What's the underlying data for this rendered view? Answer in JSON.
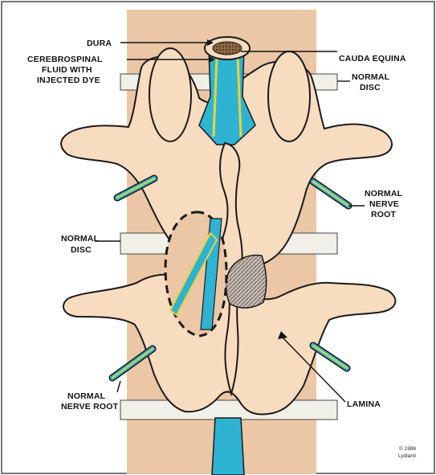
{
  "labels": {
    "dura": "DURA",
    "csf_line1": "CEREBROSPINAL",
    "csf_line2": "FLUID WITH",
    "csf_line3": "INJECTED DYE",
    "cauda_equina": "CAUDA EQUINA",
    "normal_disc_right_line1": "NORMAL",
    "normal_disc_right_line2": "DISC",
    "normal_nerve_root_right_line1": "NORMAL",
    "normal_nerve_root_right_line2": "NERVE",
    "normal_nerve_root_right_line3": "ROOT",
    "normal_disc_left_line1": "NORMAL",
    "normal_disc_left_line2": "DISC",
    "normal_nerve_root_left_line1": "NORMAL",
    "normal_nerve_root_left_line2": "NERVE ROOT",
    "lamina": "LAMINA",
    "copyright_line1": "© 1986",
    "copyright_line2": "Lydiann"
  },
  "colors": {
    "bone": "#f8dcc0",
    "bone_outline": "#1a1a1a",
    "disc": "#efefe6",
    "canal": "#e9c4a4",
    "csf_dye": "#2fb3d3",
    "nerve_sheath": "#e8d43a",
    "dura_mesh": "#7a5a3a",
    "lesion": "#a89c94"
  }
}
